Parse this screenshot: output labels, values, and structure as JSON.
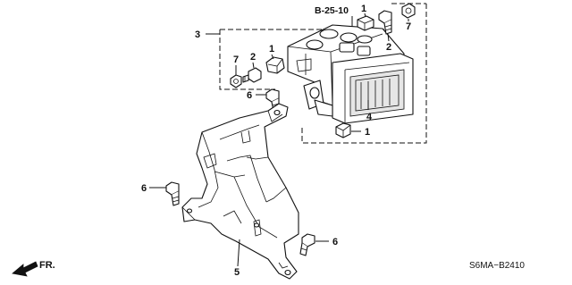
{
  "diagram": {
    "reference": "B-25-10",
    "part_code": "S6MA−B2410",
    "front_marker": "FR.",
    "callouts": {
      "c3": "3",
      "c1_top": "1",
      "c7_top": "7",
      "c2_right": "2",
      "c7_left": "7",
      "c2_left": "2",
      "c1_left": "1",
      "c6_upper": "6",
      "c4": "4",
      "c1_lower": "1",
      "c6_left": "6",
      "c6_right": "6",
      "c5": "5"
    }
  }
}
